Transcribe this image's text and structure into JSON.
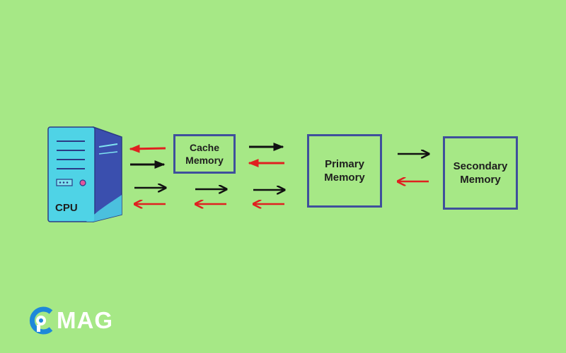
{
  "diagram": {
    "cpu": {
      "label": "CPU"
    },
    "cache": {
      "label": "Cache\nMemory"
    },
    "primary": {
      "label": "Primary\nMemory"
    },
    "secondary": {
      "label": "Secondary\nMemory"
    }
  },
  "logo": {
    "text": "MAG"
  },
  "colors": {
    "background": "#a6e886",
    "box_border": "#3f4f9c",
    "arrow_forward": "#111111",
    "arrow_back": "#e02020",
    "cpu_light": "#4fd3e6",
    "cpu_dark": "#3a4fae",
    "logo_blue": "#1e88d9"
  }
}
